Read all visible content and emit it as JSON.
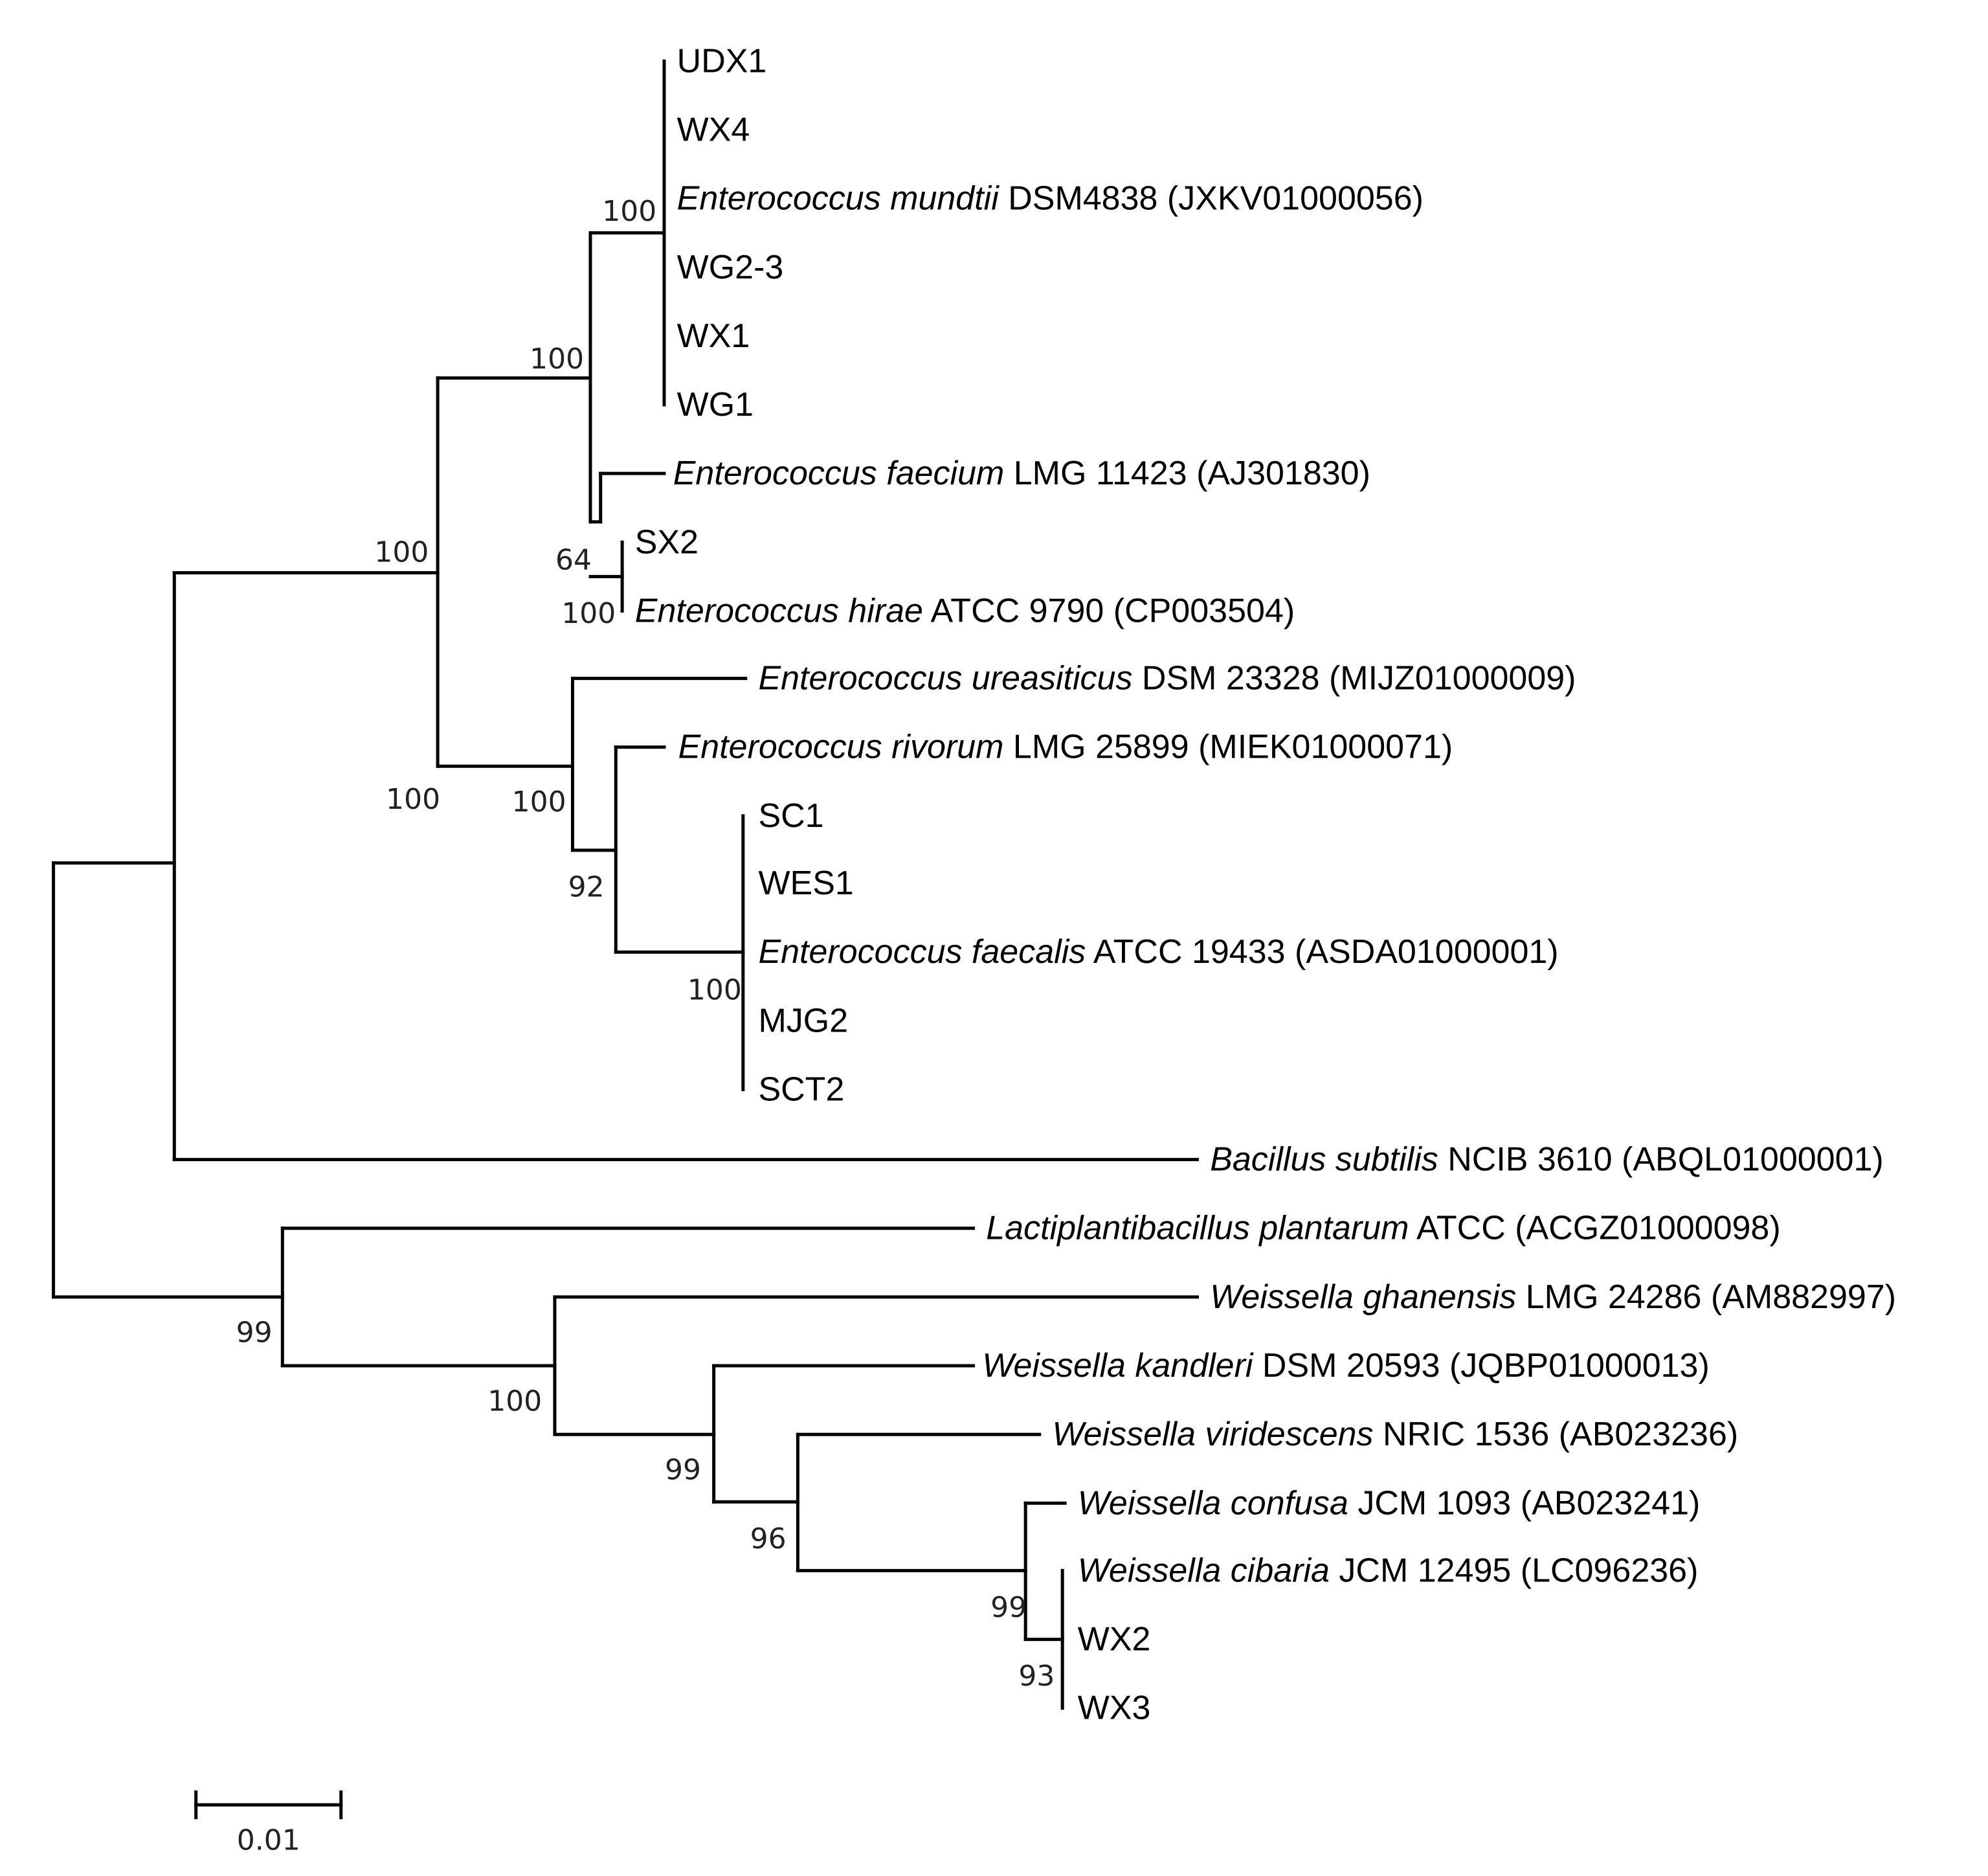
{
  "tree": {
    "leaves": [
      {
        "species": "",
        "rest": "UDX1"
      },
      {
        "species": "",
        "rest": "WX4"
      },
      {
        "species": "Enterococcus mundtii",
        "rest": " DSM4838 (JXKV01000056)"
      },
      {
        "species": "",
        "rest": "WG2-3"
      },
      {
        "species": "",
        "rest": "WX1"
      },
      {
        "species": "",
        "rest": "WG1"
      },
      {
        "species": "Enterococcus faecium",
        "rest": " LMG 11423 (AJ301830)"
      },
      {
        "species": "",
        "rest": "SX2"
      },
      {
        "species": "Enterococcus hirae",
        "rest": " ATCC 9790 (CP003504)"
      },
      {
        "species": "Enterococcus ureasiticus",
        "rest": " DSM 23328 (MIJZ01000009)"
      },
      {
        "species": "Enterococcus rivorum",
        "rest": " LMG 25899 (MIEK01000071)"
      },
      {
        "species": "",
        "rest": "SC1"
      },
      {
        "species": "",
        "rest": "WES1"
      },
      {
        "species": "Enterococcus faecalis",
        "rest": " ATCC 19433 (ASDA01000001)"
      },
      {
        "species": "",
        "rest": "MJG2"
      },
      {
        "species": "",
        "rest": "SCT2"
      },
      {
        "species": "Bacillus subtilis",
        "rest": " NCIB 3610 (ABQL01000001)"
      },
      {
        "species": "Lactiplantibacillus plantarum",
        "rest": " ATCC (ACGZ01000098)"
      },
      {
        "species": "Weissella ghanensis",
        "rest": " LMG 24286 (AM882997)"
      },
      {
        "species": "Weissella kandleri",
        "rest": " DSM 20593 (JQBP01000013)"
      },
      {
        "species": "Weissella viridescens",
        "rest": " NRIC 1536 (AB023236)"
      },
      {
        "species": "Weissella confusa",
        "rest": " JCM 1093 (AB023241)"
      },
      {
        "species": "Weissella cibaria",
        "rest": " JCM 12495 (LC096236)"
      },
      {
        "species": "",
        "rest": "WX2"
      },
      {
        "species": "",
        "rest": "WX3"
      }
    ],
    "bootstrap": [
      "100",
      "100",
      "64",
      "100",
      "100",
      "100",
      "100",
      "92",
      "100",
      "99",
      "93",
      "99",
      "96",
      "100",
      "99"
    ],
    "scale_bar_label": "0.01"
  }
}
